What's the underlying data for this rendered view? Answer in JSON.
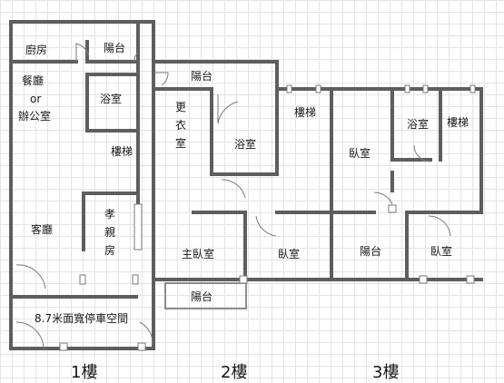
{
  "floor1": {
    "label": "1樓",
    "rooms": {
      "kitchen": "廚房",
      "balcony": "陽台",
      "dining_office": [
        "餐廳",
        "or",
        "辦公室"
      ],
      "bath": "浴室",
      "stairs": "樓梯",
      "elder_room": [
        "孝",
        "親",
        "房"
      ],
      "living": "客廳",
      "parking": "8.7米面寬停車空間"
    }
  },
  "floor2": {
    "label": "2樓",
    "rooms": {
      "balcony_top": "陽台",
      "dressing": [
        "更",
        "衣",
        "室"
      ],
      "bath": "浴室",
      "stairs": "樓梯",
      "master": "主臥室",
      "bedroom": "臥室",
      "balcony_bottom": "陽台"
    }
  },
  "floor3": {
    "label": "3樓",
    "rooms": {
      "bedroom_left": "臥室",
      "bath": "浴室",
      "stairs": "樓梯",
      "balcony": "陽台",
      "bedroom_right": "臥室"
    }
  }
}
